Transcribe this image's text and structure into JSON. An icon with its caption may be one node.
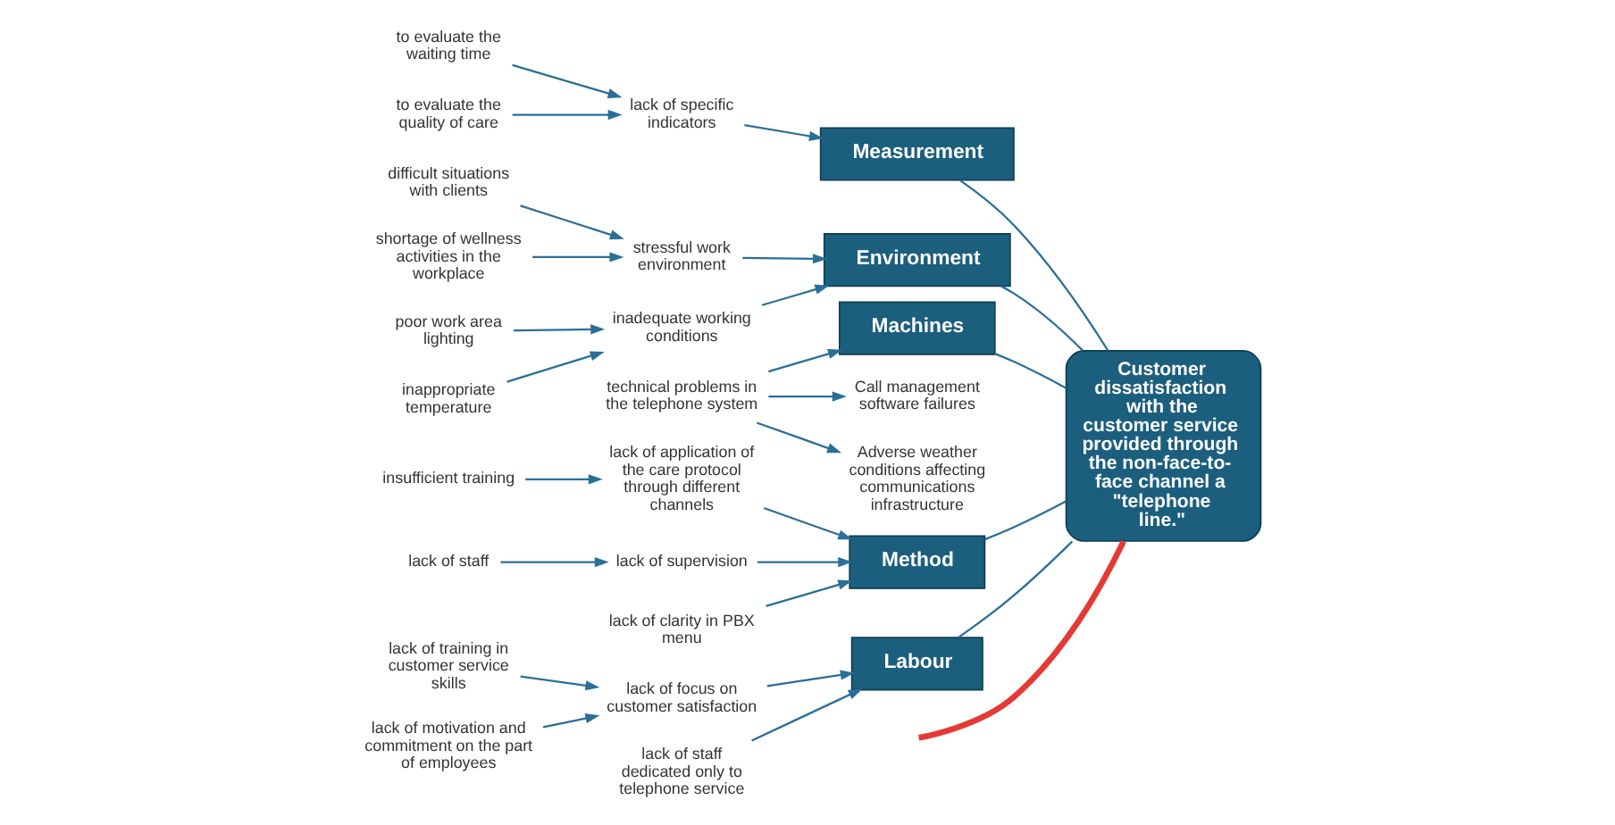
{
  "diagram": {
    "nodes": [
      {
        "text": [
          "Labour"
        ]
      },
      {
        "text": [
          "Measurement"
        ]
      },
      {
        "text": [
          "Environment"
        ]
      },
      {
        "text": [
          "Machines"
        ]
      },
      {
        "text": [
          "Method"
        ]
      },
      {
        "text": [
          "Customer dissatisfaction with the customer service provided through the non-face-to-face channel a \"telephone line.\""
        ]
      },
      {
        "text": [
          "lack of training in customer service skills"
        ]
      },
      {
        "text": [
          "lack of focus on customer satisfaction"
        ]
      },
      {
        "text": [
          "lack of motivation and commitment on the part of employees"
        ]
      },
      {
        "text": [
          "lack of staff dedicated only to telephone service"
        ]
      },
      {
        "text": [
          "to evaluate the waiting time"
        ]
      },
      {
        "text": [
          "lack of specific indicators"
        ]
      },
      {
        "text": [
          "to evaluate the quality of care"
        ]
      },
      {
        "text": [
          "difficult situations with clients"
        ]
      },
      {
        "text": [
          "stressful work environment"
        ]
      },
      {
        "text": [
          "shortage of wellness activities in the workplace"
        ]
      },
      {
        "text": [
          "poor work area lighting"
        ]
      },
      {
        "text": [
          "inadequate working conditions"
        ]
      },
      {
        "text": [
          "inappropriate temperature"
        ]
      },
      {
        "text": [
          "technical problems in the telephone system"
        ]
      },
      {
        "text": [
          "Call management software failures"
        ]
      },
      {
        "text": [
          "Adverse weather conditions affecting communications infrastructure"
        ]
      },
      {
        "text": [
          "lack of application of the care protocol through different channels"
        ]
      },
      {
        "text": [
          "insufficient training"
        ]
      },
      {
        "text": [
          "lack of supervision"
        ]
      },
      {
        "text": [
          "lack of staff"
        ]
      },
      {
        "text": [
          "lack of clarity in PBX menu"
        ]
      }
    ],
    "edges": [
      {
        "from": null,
        "to": 5,
        "arrow": "none",
        "style": "thick",
        "color": "#e53935"
      },
      {
        "from": 0,
        "to": 5,
        "arrow": "none"
      },
      {
        "from": 1,
        "to": 5,
        "arrow": "none"
      },
      {
        "from": 2,
        "to": 5,
        "arrow": "none"
      },
      {
        "from": 3,
        "to": 5,
        "arrow": "none"
      },
      {
        "from": 4,
        "to": 5,
        "arrow": "none"
      },
      {
        "from": 6,
        "to": 7,
        "arrow": "to"
      },
      {
        "from": 7,
        "to": 0,
        "arrow": "to"
      },
      {
        "from": 8,
        "to": 7,
        "arrow": "to"
      },
      {
        "from": 9,
        "to": 0,
        "arrow": "to"
      },
      {
        "from": 10,
        "to": 11,
        "arrow": "to"
      },
      {
        "from": 11,
        "to": 1,
        "arrow": "to"
      },
      {
        "from": 12,
        "to": 11,
        "arrow": "to"
      },
      {
        "from": 13,
        "to": 14,
        "arrow": "to"
      },
      {
        "from": 14,
        "to": 2,
        "arrow": "to"
      },
      {
        "from": 15,
        "to": 14,
        "arrow": "to"
      },
      {
        "from": 16,
        "to": 17,
        "arrow": "to"
      },
      {
        "from": 17,
        "to": 2,
        "arrow": "to"
      },
      {
        "from": 18,
        "to": 17,
        "arrow": "to"
      },
      {
        "from": 19,
        "to": 3,
        "arrow": "to"
      },
      {
        "from": 19,
        "to": 20,
        "arrow": "to"
      },
      {
        "from": 19,
        "to": 21,
        "arrow": "to"
      },
      {
        "from": 22,
        "to": 4,
        "arrow": "to"
      },
      {
        "from": 23,
        "to": 22,
        "arrow": "to"
      },
      {
        "from": 24,
        "to": 4,
        "arrow": "to"
      },
      {
        "from": 25,
        "to": 24,
        "arrow": "to"
      },
      {
        "from": 26,
        "to": 4,
        "arrow": "to"
      }
    ]
  }
}
